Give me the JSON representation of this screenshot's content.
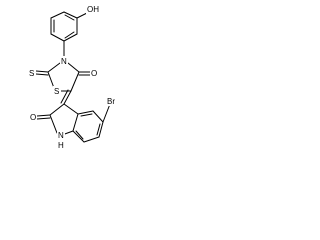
{
  "molecule": {
    "atoms": {
      "oh": "OH",
      "n_thiazolidinone": "N",
      "s_thione": "S",
      "o_thiazolidinone": "O",
      "s_ring": "S",
      "br": "Br",
      "o_lactam": "O",
      "nh": "N",
      "h": "H"
    }
  },
  "colors": {
    "bond": "#000000",
    "label": "#000000",
    "background": "#ffffff"
  }
}
